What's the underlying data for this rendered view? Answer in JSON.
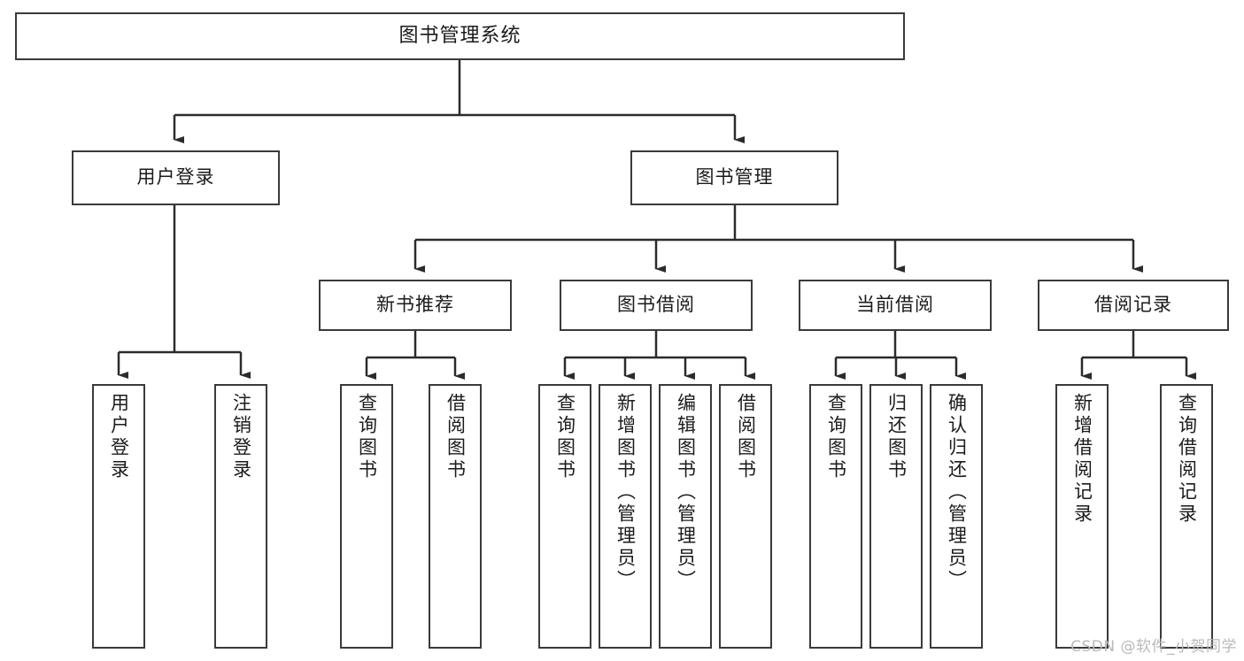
{
  "diagram": {
    "kind": "function-structure-tree",
    "title": "图书管理系统",
    "watermark": "CSDN @软件_小贺同学",
    "colors": {
      "box_border": "#3a3a3a",
      "box_fill": "#ffffff",
      "line": "#2b2b2b",
      "text": "#1b1b1b",
      "watermark": "#b9b9b9",
      "background": "#ffffff"
    },
    "root": {
      "label": "图书管理系统"
    },
    "level2": [
      {
        "id": "user-login",
        "label": "用户登录"
      },
      {
        "id": "book-manage",
        "label": "图书管理"
      }
    ],
    "level3": [
      {
        "id": "new-book-rec",
        "label": "新书推荐"
      },
      {
        "id": "book-borrow",
        "label": "图书借阅"
      },
      {
        "id": "current-borrow",
        "label": "当前借阅"
      },
      {
        "id": "borrow-record",
        "label": "借阅记录"
      }
    ],
    "leaves": {
      "user-login": [
        {
          "id": "leaf-user-login",
          "label": "用户登录"
        },
        {
          "id": "leaf-logout",
          "label": "注销登录"
        }
      ],
      "new-book-rec": [
        {
          "id": "leaf-query-book-1",
          "label": "查询图书"
        },
        {
          "id": "leaf-borrow-book-1",
          "label": "借阅图书"
        }
      ],
      "book-borrow": [
        {
          "id": "leaf-query-book-2",
          "label": "查询图书"
        },
        {
          "id": "leaf-add-book",
          "label": "新增图书（管理员）"
        },
        {
          "id": "leaf-edit-book",
          "label": "编辑图书（管理员）"
        },
        {
          "id": "leaf-borrow-book-2",
          "label": "借阅图书"
        }
      ],
      "current-borrow": [
        {
          "id": "leaf-query-book-3",
          "label": "查询图书"
        },
        {
          "id": "leaf-return-book",
          "label": "归还图书"
        },
        {
          "id": "leaf-confirm-return",
          "label": "确认归还（管理员）"
        }
      ],
      "borrow-record": [
        {
          "id": "leaf-add-record",
          "label": "新增借阅记录"
        },
        {
          "id": "leaf-query-record",
          "label": "查询借阅记录"
        }
      ]
    }
  }
}
